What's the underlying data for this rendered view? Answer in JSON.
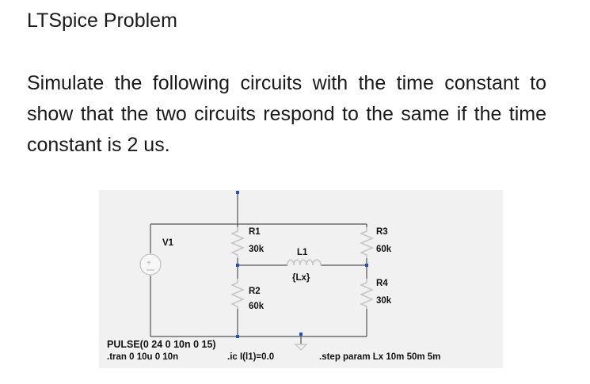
{
  "heading": "LTSpice Problem",
  "problem_text": "Simulate the following circuits with the time constant to show that the two circuits respond to the same if the time constant is 2 us.",
  "schematic": {
    "components": {
      "v1": "V1",
      "r1": {
        "name": "R1",
        "value": "30k"
      },
      "r2": {
        "name": "R2",
        "value": "60k"
      },
      "r3": {
        "name": "R3",
        "value": "60k"
      },
      "r4": {
        "name": "R4",
        "value": "30k"
      },
      "l1": {
        "name": "L1",
        "value": "{Lx}"
      }
    },
    "directives": {
      "pulse": "PULSE(0 24 0 10n 0 15)",
      "tran": ".tran 0 10u 0 10n",
      "ic": ".ic I(l1)=0.0",
      "step": ".step param Lx 10m 50m 5m"
    },
    "colors": {
      "wire": "#555555",
      "node": "#1f4fd1",
      "component": "#c9c9c9",
      "background": "#f1f1f1"
    }
  }
}
